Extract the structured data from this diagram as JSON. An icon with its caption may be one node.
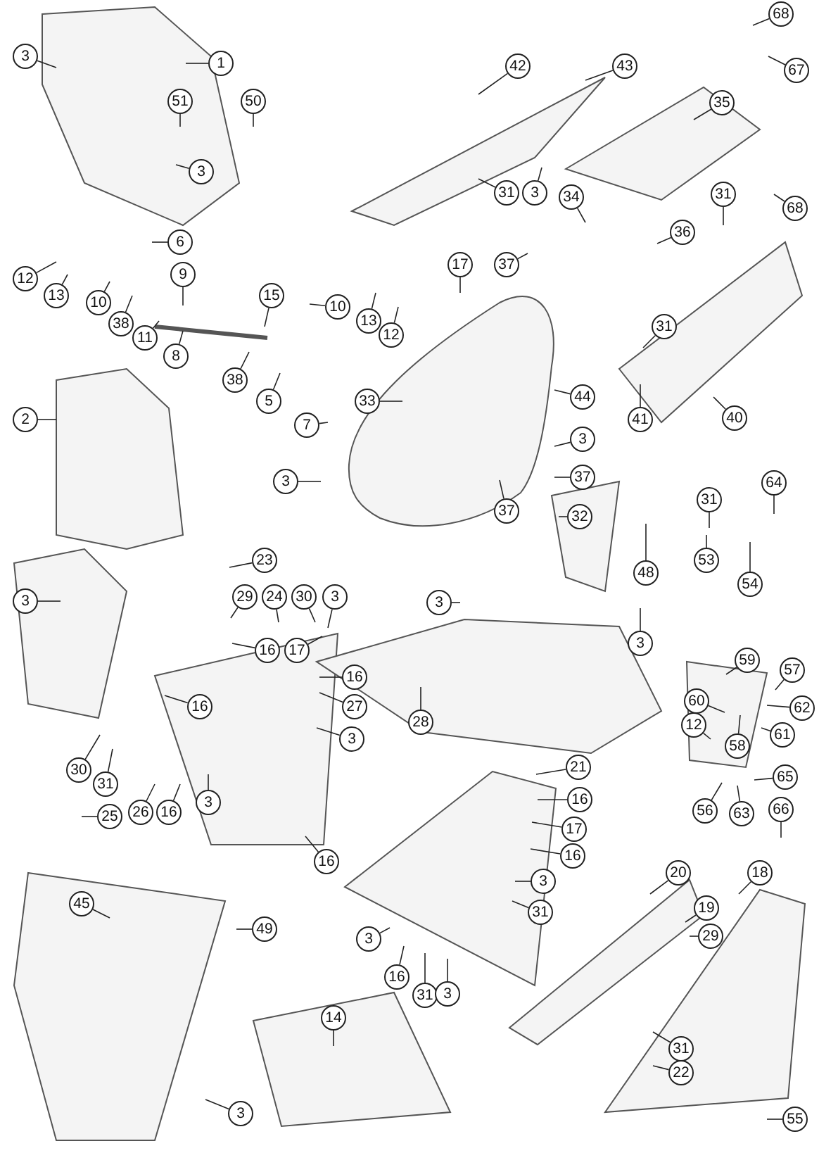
{
  "diagram": {
    "nodes": [
      {
        "text": [
          "3"
        ]
      },
      {
        "text": [
          "1"
        ]
      },
      {
        "text": [
          "51"
        ]
      },
      {
        "text": [
          "50"
        ]
      },
      {
        "text": [
          "3"
        ]
      },
      {
        "text": [
          "6"
        ]
      },
      {
        "text": [
          "12"
        ]
      },
      {
        "text": [
          "13"
        ]
      },
      {
        "text": [
          "10"
        ]
      },
      {
        "text": [
          "9"
        ]
      },
      {
        "text": [
          "38"
        ]
      },
      {
        "text": [
          "11"
        ]
      },
      {
        "text": [
          "8"
        ]
      },
      {
        "text": [
          "15"
        ]
      },
      {
        "text": [
          "10"
        ]
      },
      {
        "text": [
          "13"
        ]
      },
      {
        "text": [
          "12"
        ]
      },
      {
        "text": [
          "38"
        ]
      },
      {
        "text": [
          "5"
        ]
      },
      {
        "text": [
          "2"
        ]
      },
      {
        "text": [
          "7"
        ]
      },
      {
        "text": [
          "3"
        ]
      },
      {
        "text": [
          "42"
        ]
      },
      {
        "text": [
          "43"
        ]
      },
      {
        "text": [
          "68"
        ]
      },
      {
        "text": [
          "67"
        ]
      },
      {
        "text": [
          "35"
        ]
      },
      {
        "text": [
          "68"
        ]
      },
      {
        "text": [
          "31"
        ]
      },
      {
        "text": [
          "3"
        ]
      },
      {
        "text": [
          "34"
        ]
      },
      {
        "text": [
          "36"
        ]
      },
      {
        "text": [
          "31"
        ]
      },
      {
        "text": [
          "37"
        ]
      },
      {
        "text": [
          "17"
        ]
      },
      {
        "text": [
          "31"
        ]
      },
      {
        "text": [
          "33"
        ]
      },
      {
        "text": [
          "44"
        ]
      },
      {
        "text": [
          "3"
        ]
      },
      {
        "text": [
          "37"
        ]
      },
      {
        "text": [
          "37"
        ]
      },
      {
        "text": [
          "32"
        ]
      },
      {
        "text": [
          "41"
        ]
      },
      {
        "text": [
          "40"
        ]
      },
      {
        "text": [
          "31"
        ]
      },
      {
        "text": [
          "64"
        ]
      },
      {
        "text": [
          "53"
        ]
      },
      {
        "text": [
          "54"
        ]
      },
      {
        "text": [
          "48"
        ]
      },
      {
        "text": [
          "23"
        ]
      },
      {
        "text": [
          "3"
        ]
      },
      {
        "text": [
          "29"
        ]
      },
      {
        "text": [
          "24"
        ]
      },
      {
        "text": [
          "30"
        ]
      },
      {
        "text": [
          "3"
        ]
      },
      {
        "text": [
          "16"
        ]
      },
      {
        "text": [
          "17"
        ]
      },
      {
        "text": [
          "16"
        ]
      },
      {
        "text": [
          "27"
        ]
      },
      {
        "text": [
          "16"
        ]
      },
      {
        "text": [
          "3"
        ]
      },
      {
        "text": [
          "30"
        ]
      },
      {
        "text": [
          "31"
        ]
      },
      {
        "text": [
          "25"
        ]
      },
      {
        "text": [
          "26"
        ]
      },
      {
        "text": [
          "16"
        ]
      },
      {
        "text": [
          "3"
        ]
      },
      {
        "text": [
          "16"
        ]
      },
      {
        "text": [
          "3"
        ]
      },
      {
        "text": [
          "3"
        ]
      },
      {
        "text": [
          "28"
        ]
      },
      {
        "text": [
          "59"
        ]
      },
      {
        "text": [
          "57"
        ]
      },
      {
        "text": [
          "60"
        ]
      },
      {
        "text": [
          "62"
        ]
      },
      {
        "text": [
          "12"
        ]
      },
      {
        "text": [
          "61"
        ]
      },
      {
        "text": [
          "58"
        ]
      },
      {
        "text": [
          "65"
        ]
      },
      {
        "text": [
          "56"
        ]
      },
      {
        "text": [
          "63"
        ]
      },
      {
        "text": [
          "66"
        ]
      },
      {
        "text": [
          "21"
        ]
      },
      {
        "text": [
          "16"
        ]
      },
      {
        "text": [
          "17"
        ]
      },
      {
        "text": [
          "16"
        ]
      },
      {
        "text": [
          "3"
        ]
      },
      {
        "text": [
          "31"
        ]
      },
      {
        "text": [
          "45"
        ]
      },
      {
        "text": [
          "49"
        ]
      },
      {
        "text": [
          "3"
        ]
      },
      {
        "text": [
          "16"
        ]
      },
      {
        "text": [
          "31"
        ]
      },
      {
        "text": [
          "3"
        ]
      },
      {
        "text": [
          "14"
        ]
      },
      {
        "text": [
          "20"
        ]
      },
      {
        "text": [
          "18"
        ]
      },
      {
        "text": [
          "19"
        ]
      },
      {
        "text": [
          "29"
        ]
      },
      {
        "text": [
          "22"
        ]
      },
      {
        "text": [
          "31"
        ]
      },
      {
        "text": [
          "3"
        ]
      },
      {
        "text": [
          "55"
        ]
      }
    ],
    "edges": [
      {
        "from": 0,
        "to": null,
        "arrow": "none"
      },
      {
        "from": 1,
        "to": null,
        "arrow": "none"
      },
      {
        "from": 2,
        "to": null,
        "arrow": "none"
      },
      {
        "from": 3,
        "to": null,
        "arrow": "none"
      },
      {
        "from": 4,
        "to": null,
        "arrow": "none"
      },
      {
        "from": 5,
        "to": null,
        "arrow": "none"
      },
      {
        "from": 6,
        "to": null,
        "arrow": "none"
      },
      {
        "from": 7,
        "to": null,
        "arrow": "none"
      },
      {
        "from": 8,
        "to": null,
        "arrow": "none"
      },
      {
        "from": 9,
        "to": null,
        "arrow": "none"
      },
      {
        "from": 10,
        "to": null,
        "arrow": "none"
      },
      {
        "from": 11,
        "to": null,
        "arrow": "none"
      },
      {
        "from": 12,
        "to": null,
        "arrow": "none"
      },
      {
        "from": 13,
        "to": null,
        "arrow": "none"
      },
      {
        "from": 14,
        "to": null,
        "arrow": "none"
      },
      {
        "from": 15,
        "to": null,
        "arrow": "none"
      },
      {
        "from": 16,
        "to": null,
        "arrow": "none"
      },
      {
        "from": 17,
        "to": null,
        "arrow": "none"
      },
      {
        "from": 18,
        "to": null,
        "arrow": "none"
      },
      {
        "from": 19,
        "to": null,
        "arrow": "none"
      },
      {
        "from": 20,
        "to": null,
        "arrow": "none"
      },
      {
        "from": 21,
        "to": null,
        "arrow": "none"
      },
      {
        "from": 22,
        "to": null,
        "arrow": "none"
      },
      {
        "from": 23,
        "to": null,
        "arrow": "none"
      },
      {
        "from": 24,
        "to": null,
        "arrow": "none"
      },
      {
        "from": 25,
        "to": null,
        "arrow": "none"
      },
      {
        "from": 26,
        "to": null,
        "arrow": "none"
      },
      {
        "from": 27,
        "to": null,
        "arrow": "none"
      },
      {
        "from": 28,
        "to": null,
        "arrow": "none"
      },
      {
        "from": 29,
        "to": null,
        "arrow": "none"
      },
      {
        "from": 30,
        "to": null,
        "arrow": "none"
      },
      {
        "from": 31,
        "to": null,
        "arrow": "none"
      },
      {
        "from": 32,
        "to": null,
        "arrow": "none"
      },
      {
        "from": 33,
        "to": null,
        "arrow": "none"
      },
      {
        "from": 34,
        "to": null,
        "arrow": "none"
      },
      {
        "from": 35,
        "to": null,
        "arrow": "none"
      },
      {
        "from": 36,
        "to": null,
        "arrow": "none"
      },
      {
        "from": 37,
        "to": null,
        "arrow": "none"
      },
      {
        "from": 38,
        "to": null,
        "arrow": "none"
      },
      {
        "from": 39,
        "to": null,
        "arrow": "none"
      },
      {
        "from": 40,
        "to": null,
        "arrow": "none"
      },
      {
        "from": 41,
        "to": null,
        "arrow": "none"
      },
      {
        "from": 42,
        "to": null,
        "arrow": "none"
      },
      {
        "from": 43,
        "to": null,
        "arrow": "none"
      },
      {
        "from": 44,
        "to": null,
        "arrow": "none"
      },
      {
        "from": 45,
        "to": null,
        "arrow": "none"
      },
      {
        "from": 46,
        "to": null,
        "arrow": "none"
      },
      {
        "from": 47,
        "to": null,
        "arrow": "none"
      },
      {
        "from": 48,
        "to": null,
        "arrow": "none"
      },
      {
        "from": 49,
        "to": null,
        "arrow": "none"
      },
      {
        "from": 50,
        "to": null,
        "arrow": "none"
      },
      {
        "from": 51,
        "to": null,
        "arrow": "none"
      },
      {
        "from": 52,
        "to": null,
        "arrow": "none"
      },
      {
        "from": 53,
        "to": null,
        "arrow": "none"
      },
      {
        "from": 54,
        "to": null,
        "arrow": "none"
      },
      {
        "from": 55,
        "to": null,
        "arrow": "none"
      },
      {
        "from": 56,
        "to": null,
        "arrow": "none"
      },
      {
        "from": 57,
        "to": null,
        "arrow": "none"
      },
      {
        "from": 58,
        "to": null,
        "arrow": "none"
      },
      {
        "from": 59,
        "to": null,
        "arrow": "none"
      },
      {
        "from": 60,
        "to": null,
        "arrow": "none"
      },
      {
        "from": 61,
        "to": null,
        "arrow": "none"
      },
      {
        "from": 62,
        "to": null,
        "arrow": "none"
      },
      {
        "from": 63,
        "to": null,
        "arrow": "none"
      },
      {
        "from": 64,
        "to": null,
        "arrow": "none"
      },
      {
        "from": 65,
        "to": null,
        "arrow": "none"
      },
      {
        "from": 66,
        "to": null,
        "arrow": "none"
      },
      {
        "from": 67,
        "to": null,
        "arrow": "none"
      },
      {
        "from": 68,
        "to": null,
        "arrow": "none"
      },
      {
        "from": 69,
        "to": null,
        "arrow": "none"
      },
      {
        "from": 70,
        "to": null,
        "arrow": "none"
      },
      {
        "from": 71,
        "to": null,
        "arrow": "none"
      },
      {
        "from": 72,
        "to": null,
        "arrow": "none"
      },
      {
        "from": 73,
        "to": null,
        "arrow": "none"
      },
      {
        "from": 74,
        "to": null,
        "arrow": "none"
      },
      {
        "from": 75,
        "to": null,
        "arrow": "none"
      },
      {
        "from": 76,
        "to": null,
        "arrow": "none"
      },
      {
        "from": 77,
        "to": null,
        "arrow": "none"
      },
      {
        "from": 78,
        "to": null,
        "arrow": "none"
      },
      {
        "from": 79,
        "to": null,
        "arrow": "none"
      },
      {
        "from": 80,
        "to": null,
        "arrow": "none"
      },
      {
        "from": 81,
        "to": null,
        "arrow": "none"
      },
      {
        "from": 82,
        "to": null,
        "arrow": "none"
      },
      {
        "from": 83,
        "to": null,
        "arrow": "none"
      },
      {
        "from": 84,
        "to": null,
        "arrow": "none"
      },
      {
        "from": 85,
        "to": null,
        "arrow": "none"
      },
      {
        "from": 86,
        "to": null,
        "arrow": "none"
      },
      {
        "from": 87,
        "to": null,
        "arrow": "none"
      },
      {
        "from": 88,
        "to": null,
        "arrow": "none"
      },
      {
        "from": 89,
        "to": null,
        "arrow": "none"
      },
      {
        "from": 90,
        "to": null,
        "arrow": "none"
      },
      {
        "from": 91,
        "to": null,
        "arrow": "none"
      },
      {
        "from": 92,
        "to": null,
        "arrow": "none"
      },
      {
        "from": 93,
        "to": null,
        "arrow": "none"
      },
      {
        "from": 94,
        "to": null,
        "arrow": "none"
      },
      {
        "from": 95,
        "to": null,
        "arrow": "none"
      },
      {
        "from": 96,
        "to": null,
        "arrow": "none"
      },
      {
        "from": 97,
        "to": null,
        "arrow": "none"
      },
      {
        "from": 98,
        "to": null,
        "arrow": "none"
      },
      {
        "from": 99,
        "to": null,
        "arrow": "none"
      },
      {
        "from": 100,
        "to": null,
        "arrow": "none"
      },
      {
        "from": 101,
        "to": null,
        "arrow": "none"
      },
      {
        "from": 102,
        "to": null,
        "arrow": "none"
      }
    ]
  }
}
